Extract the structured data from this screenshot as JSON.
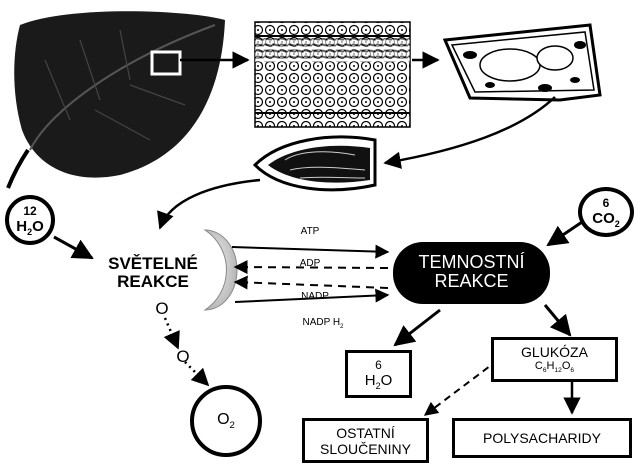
{
  "inputs": {
    "water": {
      "coef": "12",
      "formula": "H",
      "sub": "2",
      "tail": "O"
    },
    "co2": {
      "coef": "6",
      "formula": "CO",
      "sub": "2"
    }
  },
  "light_reaction": {
    "line1": "SVĚTELNÉ",
    "line2": "REAKCE"
  },
  "dark_reaction": {
    "line1": "TEMNOSTNÍ",
    "line2": "REAKCE"
  },
  "cofactors": {
    "atp": "ATP",
    "adp": "ADP",
    "nadp": "NADP",
    "nadph": "NADP H",
    "nadph_sub": "2"
  },
  "oxygen": {
    "o1": "O",
    "o2": "O",
    "o2_final": "O",
    "o2_sub": "2"
  },
  "products": {
    "water": {
      "coef": "6",
      "formula": "H",
      "sub": "2",
      "tail": "O"
    },
    "glucose": {
      "name": "GLUKÓZA",
      "c": "C",
      "c_sub": "6",
      "h": "H",
      "h_sub": "12",
      "o": "O",
      "o_sub": "6"
    },
    "other": {
      "line1": "OSTATNÍ",
      "line2": "SLOUČENINY"
    },
    "polysaccharides": "POLYSACHARIDY"
  },
  "colors": {
    "ink": "#000000",
    "leaf": "#1a1a1a",
    "paper": "#ffffff",
    "chloroplast": "#d6d6d6"
  }
}
